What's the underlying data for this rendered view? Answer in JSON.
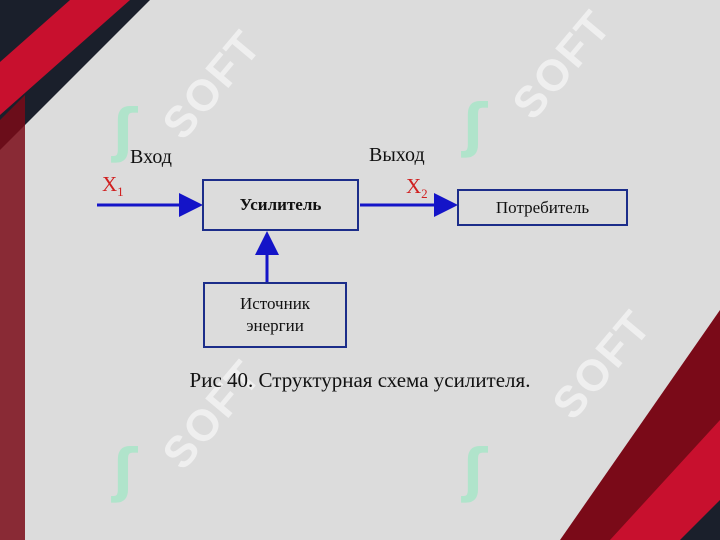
{
  "diagram": {
    "input_label": "Вход",
    "output_label": "Выход",
    "input_var": "X",
    "input_var_sub": "1",
    "output_var": "X",
    "output_var_sub": "2",
    "amplifier": "Усилитель",
    "consumer": "Потребитель",
    "source_line1": "Источник",
    "source_line2": "энергии",
    "caption": "Рис 40. Структурная схема усилителя."
  },
  "watermark": {
    "text": "SOFT"
  },
  "colors": {
    "background": "#dcdcdc",
    "box_border": "#1c2d8a",
    "arrow": "#1414c8",
    "variable": "#d02020",
    "corner_red": "#c8102e",
    "corner_dark": "#1a1f2b"
  }
}
